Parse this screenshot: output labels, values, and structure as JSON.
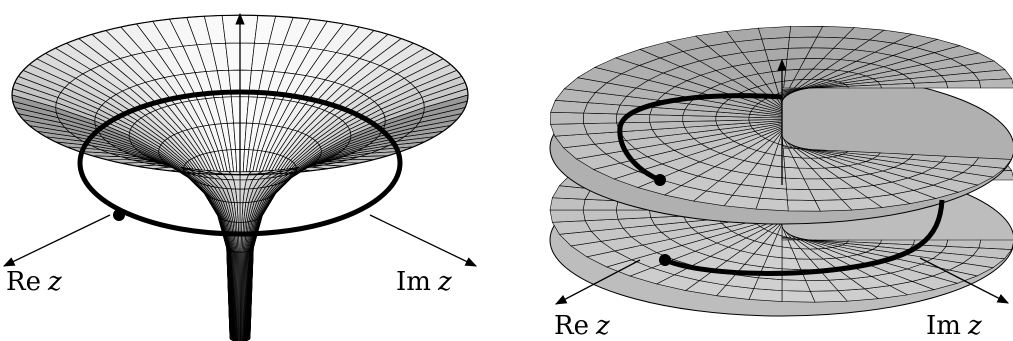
{
  "panels": [
    {
      "id": "left",
      "label_re": "Re",
      "label_im": "Im",
      "label_var": "z"
    },
    {
      "id": "right",
      "label_re": "Re",
      "label_im": "Im",
      "label_var": "z"
    }
  ],
  "colors": {
    "surface_light": "#f4f4f4",
    "surface_mid": "#c8c8c8",
    "surface_dark": "#8a8a8a",
    "mesh": "#000000",
    "path": "#000000"
  }
}
